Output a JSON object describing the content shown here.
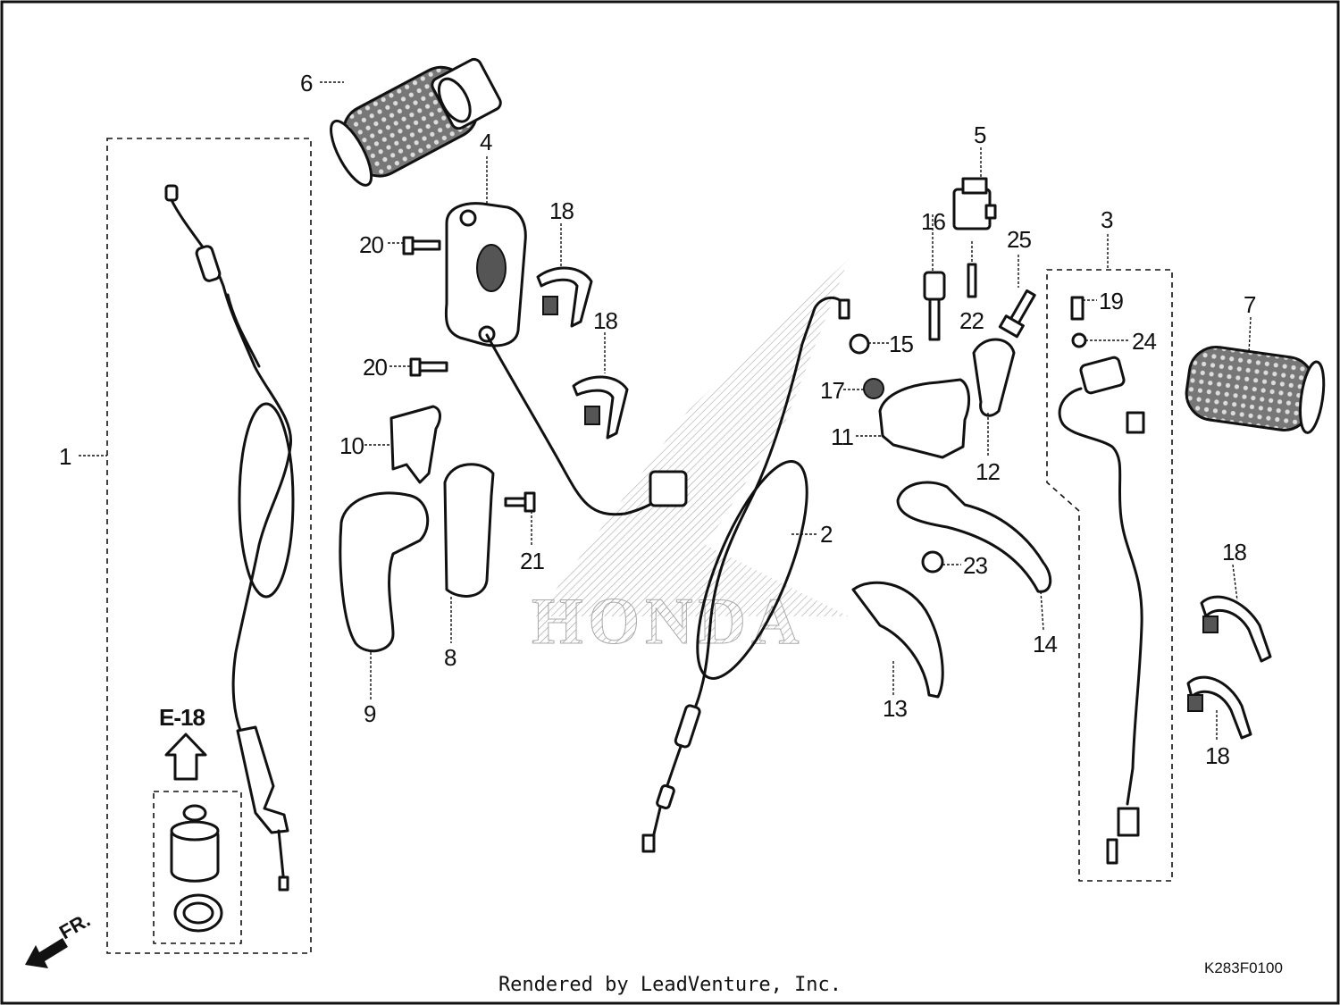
{
  "diagram": {
    "callouts": [
      "1",
      "2",
      "3",
      "4",
      "5",
      "6",
      "7",
      "8",
      "9",
      "10",
      "11",
      "12",
      "13",
      "14",
      "15",
      "16",
      "17",
      "18",
      "19",
      "20",
      "21",
      "22",
      "23",
      "24",
      "25"
    ],
    "reference_label": "E-18",
    "front_label": "FR.",
    "watermark": "HONDA",
    "drawing_code": "K283F0100"
  },
  "footer": {
    "rendered_by": "Rendered by LeadVenture, Inc."
  }
}
